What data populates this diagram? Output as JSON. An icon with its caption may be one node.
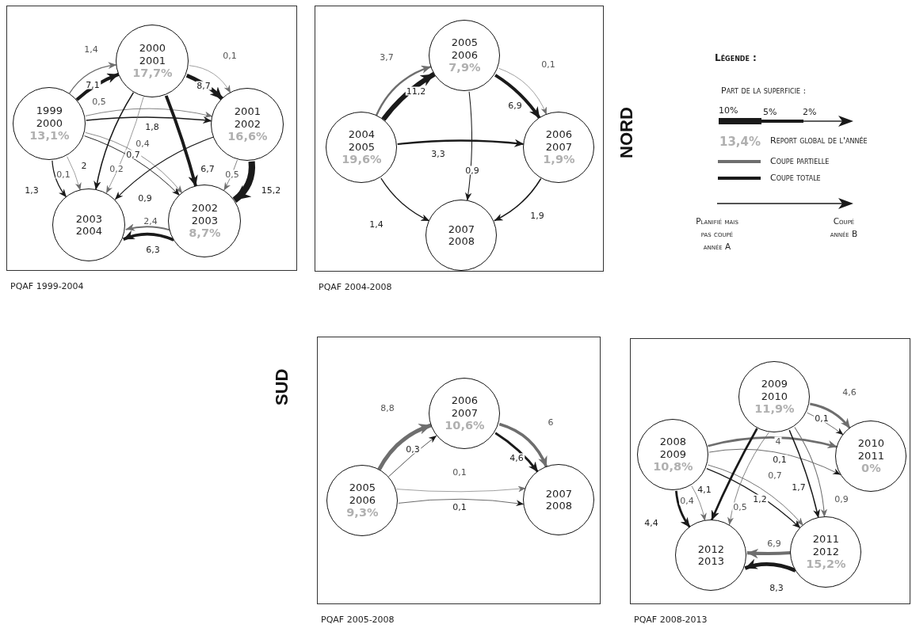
{
  "diagram": {
    "nodes": [
      {
        "text": [
          "PQAF 1999-2004"
        ]
      },
      {
        "text": [
          "1999 2000",
          "13,1%"
        ],
        "in": 0
      },
      {
        "text": [
          "2000 2001",
          "17,7%"
        ],
        "in": 0
      },
      {
        "text": [
          "2001 2002",
          "16,6%"
        ],
        "in": 0
      },
      {
        "text": [
          "2002 2003",
          "8,7%"
        ],
        "in": 0
      },
      {
        "text": [
          "2003 2004"
        ],
        "in": 0
      },
      {
        "text": [
          "PQAF 2004-2008"
        ]
      },
      {
        "text": [
          "2004 2005",
          "19,6%"
        ],
        "in": 6
      },
      {
        "text": [
          "2005 2006",
          "7,9%"
        ],
        "in": 6
      },
      {
        "text": [
          "2006 2007",
          "1,9%"
        ],
        "in": 6
      },
      {
        "text": [
          "2007 2008"
        ],
        "in": 6
      },
      {
        "text": [
          "PQAF 2005-2008"
        ]
      },
      {
        "text": [
          "2005 2006",
          "9,3%"
        ],
        "in": 11
      },
      {
        "text": [
          "2006 2007",
          "10,6%"
        ],
        "in": 11
      },
      {
        "text": [
          "2007 2008"
        ],
        "in": 11
      },
      {
        "text": [
          "PQAF 2008-2013"
        ]
      },
      {
        "text": [
          "2008 2009",
          "10,8%"
        ],
        "in": 15
      },
      {
        "text": [
          "2009 2010",
          "11,9%"
        ],
        "in": 15
      },
      {
        "text": [
          "2010 2011",
          "0%"
        ],
        "in": 15
      },
      {
        "text": [
          "2011 2012",
          "15,2%"
        ],
        "in": 15
      },
      {
        "text": [
          "2012 2013"
        ],
        "in": 15
      }
    ],
    "edges": [
      {
        "from": 1,
        "to": 2,
        "arrow": "to",
        "label": "1,4",
        "color": "#6e6e6e"
      },
      {
        "from": 1,
        "to": 2,
        "arrow": "to",
        "label": "7,1",
        "style": "thick"
      },
      {
        "from": 2,
        "to": 3,
        "arrow": "to",
        "label": "0,1",
        "color": "#6e6e6e"
      },
      {
        "from": 2,
        "to": 3,
        "arrow": "to",
        "label": "8,7",
        "style": "thick"
      },
      {
        "from": 1,
        "to": 3,
        "arrow": "to",
        "label": "0,5",
        "color": "#6e6e6e"
      },
      {
        "from": 1,
        "to": 3,
        "arrow": "to",
        "label": "1,8"
      },
      {
        "from": 1,
        "to": 4,
        "arrow": "to",
        "label": "0,4",
        "color": "#6e6e6e"
      },
      {
        "from": 1,
        "to": 4,
        "arrow": "to",
        "label": "0,7"
      },
      {
        "from": 1,
        "to": 5,
        "arrow": "to",
        "label": "0,1",
        "color": "#6e6e6e"
      },
      {
        "from": 1,
        "to": 5,
        "arrow": "to",
        "label": "1,3"
      },
      {
        "from": 2,
        "to": 5,
        "arrow": "to",
        "label": "2"
      },
      {
        "from": 2,
        "to": 5,
        "arrow": "to",
        "label": "0,2",
        "color": "#6e6e6e"
      },
      {
        "from": 2,
        "to": 4,
        "arrow": "to",
        "label": "6,7",
        "style": "thick"
      },
      {
        "from": 3,
        "to": 5,
        "arrow": "to",
        "label": "0,9"
      },
      {
        "from": 3,
        "to": 4,
        "arrow": "to",
        "label": "0,5",
        "color": "#6e6e6e"
      },
      {
        "from": 3,
        "to": 4,
        "arrow": "to",
        "label": "15,2",
        "style": "thick"
      },
      {
        "from": 4,
        "to": 5,
        "arrow": "to",
        "label": "2,4",
        "color": "#6e6e6e"
      },
      {
        "from": 4,
        "to": 5,
        "arrow": "to",
        "label": "6,3",
        "style": "thick"
      },
      {
        "from": 7,
        "to": 8,
        "arrow": "to",
        "label": "3,7",
        "color": "#6e6e6e"
      },
      {
        "from": 7,
        "to": 8,
        "arrow": "to",
        "label": "11,2",
        "style": "thick"
      },
      {
        "from": 8,
        "to": 9,
        "arrow": "to",
        "label": "0,1",
        "color": "#6e6e6e"
      },
      {
        "from": 8,
        "to": 9,
        "arrow": "to",
        "label": "6,9",
        "style": "thick"
      },
      {
        "from": 7,
        "to": 9,
        "arrow": "to",
        "label": "3,3"
      },
      {
        "from": 8,
        "to": 10,
        "arrow": "to",
        "label": "0,9"
      },
      {
        "from": 7,
        "to": 10,
        "arrow": "to",
        "label": "1,4"
      },
      {
        "from": 9,
        "to": 10,
        "arrow": "to",
        "label": "1,9"
      },
      {
        "from": 12,
        "to": 13,
        "arrow": "to",
        "label": "8,8",
        "style": "thick",
        "color": "#6e6e6e"
      },
      {
        "from": 12,
        "to": 13,
        "arrow": "to",
        "label": "0,3"
      },
      {
        "from": 13,
        "to": 14,
        "arrow": "to",
        "label": "6",
        "style": "thick",
        "color": "#6e6e6e"
      },
      {
        "from": 13,
        "to": 14,
        "arrow": "to",
        "label": "4,6"
      },
      {
        "from": 12,
        "to": 14,
        "arrow": "to",
        "label": "0,1",
        "color": "#6e6e6e"
      },
      {
        "from": 12,
        "to": 14,
        "arrow": "to",
        "label": "0,1"
      },
      {
        "from": 17,
        "to": 18,
        "arrow": "to",
        "label": "4,6",
        "color": "#6e6e6e"
      },
      {
        "from": 17,
        "to": 18,
        "arrow": "to",
        "label": "0,1"
      },
      {
        "from": 16,
        "to": 18,
        "arrow": "to",
        "label": "4",
        "color": "#6e6e6e"
      },
      {
        "from": 16,
        "to": 18,
        "arrow": "to",
        "label": "0,1"
      },
      {
        "from": 16,
        "to": 19,
        "arrow": "to",
        "label": "0,7",
        "color": "#6e6e6e"
      },
      {
        "from": 16,
        "to": 19,
        "arrow": "to",
        "label": "1,2"
      },
      {
        "from": 17,
        "to": 19,
        "arrow": "to",
        "label": "1,7"
      },
      {
        "from": 17,
        "to": 19,
        "arrow": "to",
        "label": "0,9",
        "color": "#6e6e6e"
      },
      {
        "from": 17,
        "to": 20,
        "arrow": "to",
        "label": "4,1"
      },
      {
        "from": 17,
        "to": 20,
        "arrow": "to",
        "label": "0,5",
        "color": "#6e6e6e"
      },
      {
        "from": 16,
        "to": 20,
        "arrow": "to",
        "label": "0,4",
        "color": "#6e6e6e"
      },
      {
        "from": 16,
        "to": 20,
        "arrow": "to",
        "label": "4,4"
      },
      {
        "from": 19,
        "to": 20,
        "arrow": "to",
        "label": "6,9",
        "style": "thick",
        "color": "#6e6e6e"
      },
      {
        "from": 19,
        "to": 20,
        "arrow": "to",
        "label": "8,3",
        "style": "thick"
      }
    ],
    "labels": [
      "NORD",
      "Légende :",
      "Part de la superficie :",
      "10%",
      "5%",
      "2%",
      "13,4%",
      "Planifié mais pas coupé année A",
      "Coupé année B",
      "SUD"
    ],
    "legend": [
      {
        "text": "Report global de l'année"
      },
      {
        "text": "Coupe partielle"
      },
      {
        "text": "Coupe totale"
      }
    ]
  }
}
